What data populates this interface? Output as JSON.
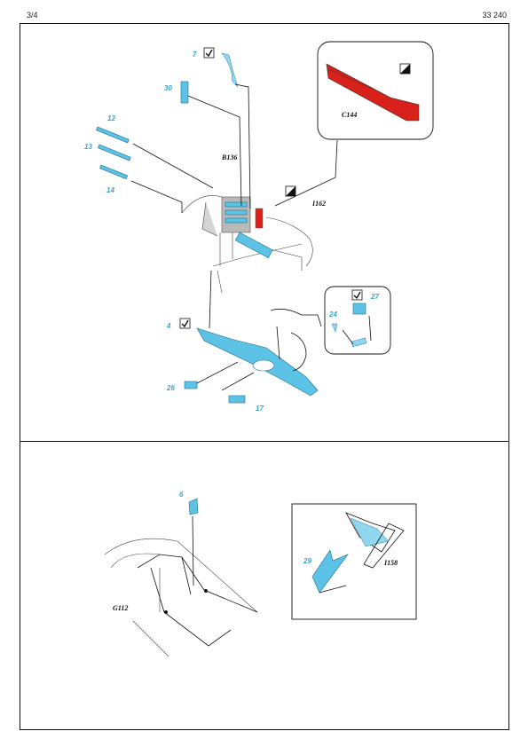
{
  "header": {
    "page": "3/4",
    "code": "33 240"
  },
  "top_section": {
    "parts": [
      "7",
      "30",
      "12",
      "13",
      "14",
      "4",
      "26",
      "17",
      "27",
      "24"
    ],
    "labels": [
      "B136",
      "C144",
      "I162"
    ]
  },
  "bottom_section": {
    "parts": [
      "6",
      "29"
    ],
    "labels": [
      "G112",
      "I158"
    ]
  },
  "icons": {
    "check": "check-icon",
    "paint": "paint-icon"
  },
  "colors": {
    "photo_etch": "#5cc3e6",
    "paint_red": "#d9211b",
    "part_number": "#3aa6cf"
  }
}
